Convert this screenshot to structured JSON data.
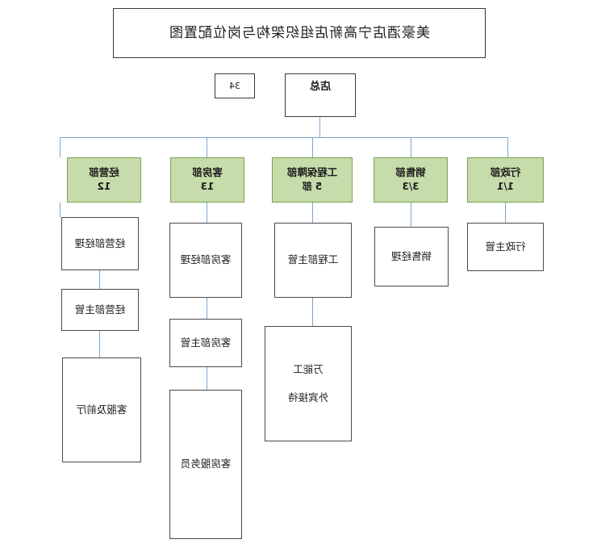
{
  "diagram": {
    "type": "org-chart",
    "title": "美豪酒店宁高新店组织架构与岗位配置图",
    "colors": {
      "department_fill": "#c6dcab",
      "department_border": "#7aa24b",
      "connector": "#7ba7d0",
      "box_border": "#3a3a3a",
      "text": "#1c1c1c"
    },
    "root": {
      "label": "店总",
      "badge": "34"
    },
    "departments": [
      {
        "id": "admin",
        "label": "行政部",
        "count": "1/1",
        "roles": [
          {
            "lines": [
              "行政主管"
            ]
          }
        ]
      },
      {
        "id": "sales",
        "label": "销售部",
        "count": "3/3",
        "roles": [
          {
            "lines": [
              "销售经理"
            ]
          }
        ]
      },
      {
        "id": "engineering",
        "label": "工程保障部",
        "count": "5 部",
        "roles": [
          {
            "lines": [
              "工程部主管"
            ]
          },
          {
            "lines": [
              "万能工",
              "外宾接待"
            ]
          }
        ]
      },
      {
        "id": "housekeeping",
        "label": "客房部",
        "count": "13",
        "roles": [
          {
            "lines": [
              "客房部经理"
            ]
          },
          {
            "lines": [
              "客房部主管"
            ]
          },
          {
            "lines": [
              "客房服务员"
            ]
          }
        ]
      },
      {
        "id": "operations",
        "label": "经营部",
        "count": "12",
        "roles": [
          {
            "lines": [
              "经营部经理"
            ]
          },
          {
            "lines": [
              "经营部主管"
            ]
          },
          {
            "lines": [
              "客服及前厅"
            ]
          }
        ]
      }
    ]
  }
}
